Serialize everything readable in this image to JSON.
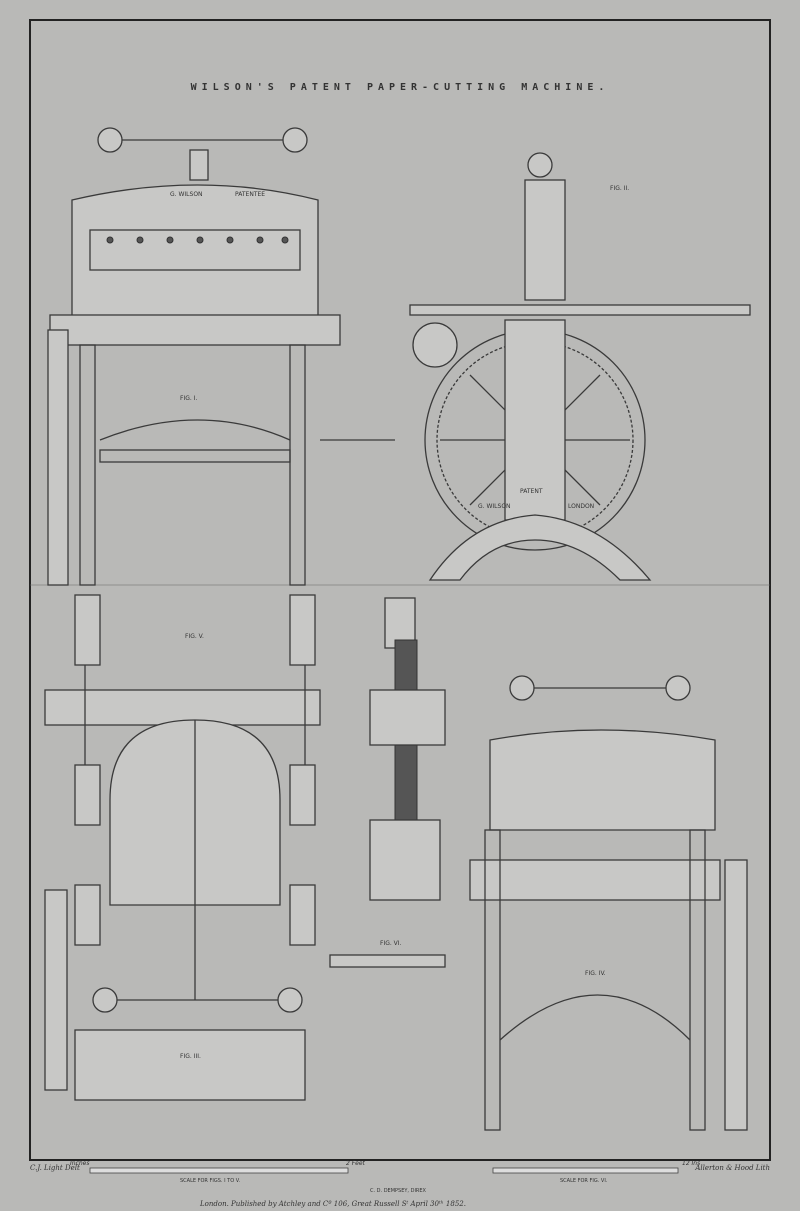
{
  "title": "WILSON'S PATENT PAPER-CUTTING MACHINE.",
  "figures": {
    "fig1": {
      "label": "FIG. I.",
      "plate_left": "G. WILSON",
      "plate_right": "PATENTEE"
    },
    "fig2": {
      "label": "FIG. II.",
      "wheel_top": "PATENT",
      "wheel_left": "G. WILSON",
      "wheel_right": "LONDON"
    },
    "fig3": {
      "label": "FIG. III."
    },
    "fig4": {
      "label": "FIG. IV."
    },
    "fig5": {
      "label": "FIG. V."
    },
    "fig6": {
      "label": "FIG. VI."
    }
  },
  "scales": {
    "left": {
      "start": "Inches",
      "end": "2 Feet",
      "caption": "SCALE FOR FIGS. I TO V."
    },
    "right": {
      "end": "12 Ins",
      "caption": "SCALE FOR FIG. VI."
    }
  },
  "engineer": "C. D. DEMPSEY, DIREX",
  "footer": {
    "draughtsman": "C.J. Light Delt",
    "publisher": "London. Published by Atchley and Cº 106, Great Russell Sᵗ April 30ᵗʰ 1852.",
    "lithographer": "Allerton & Hood Lith"
  },
  "colors": {
    "paper": "#b9b9b7",
    "ink": "#3a3a3a"
  }
}
